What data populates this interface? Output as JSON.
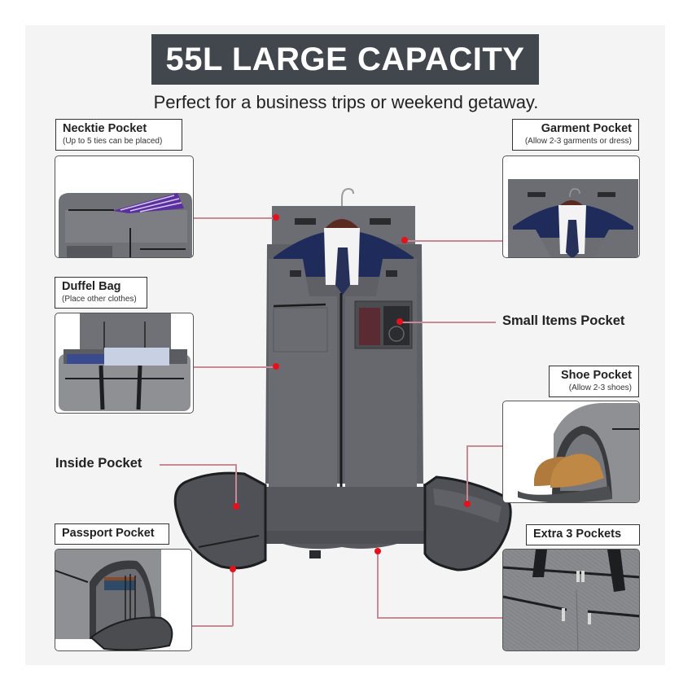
{
  "header": {
    "title": "55L LARGE CAPACITY",
    "subtitle": "Perfect for a business trips or weekend getaway."
  },
  "callouts": [
    {
      "id": "necktie",
      "title": "Necktie Pocket",
      "subtitle": "(Up to 5 ties can be placed)",
      "side": "left",
      "boxed": true
    },
    {
      "id": "garment",
      "title": "Garment Pocket",
      "subtitle": "(Allow 2-3 garments or dress)",
      "side": "right",
      "boxed": true
    },
    {
      "id": "duffel",
      "title": "Duffel Bag",
      "subtitle": "(Place other clothes)",
      "side": "left",
      "boxed": true
    },
    {
      "id": "small-items",
      "title": "Small Items Pocket",
      "subtitle": "",
      "side": "right",
      "boxed": false
    },
    {
      "id": "shoe",
      "title": "Shoe Pocket",
      "subtitle": "(Allow 2-3 shoes)",
      "side": "right",
      "boxed": true
    },
    {
      "id": "inside",
      "title": "Inside Pocket",
      "subtitle": "",
      "side": "left",
      "boxed": false
    },
    {
      "id": "passport",
      "title": "Passport Pocket",
      "subtitle": "",
      "side": "left",
      "boxed": true
    },
    {
      "id": "extra",
      "title": "Extra 3 Pockets",
      "subtitle": "",
      "side": "right",
      "boxed": true
    }
  ],
  "colors": {
    "title_bar": "#41474d",
    "canvas_bg": "#f4f4f4",
    "connector_line": "#c58a93",
    "marker_dot": "#e8101b",
    "bag_fabric": "#5f6166",
    "suit_navy": "#1f2b5a"
  }
}
